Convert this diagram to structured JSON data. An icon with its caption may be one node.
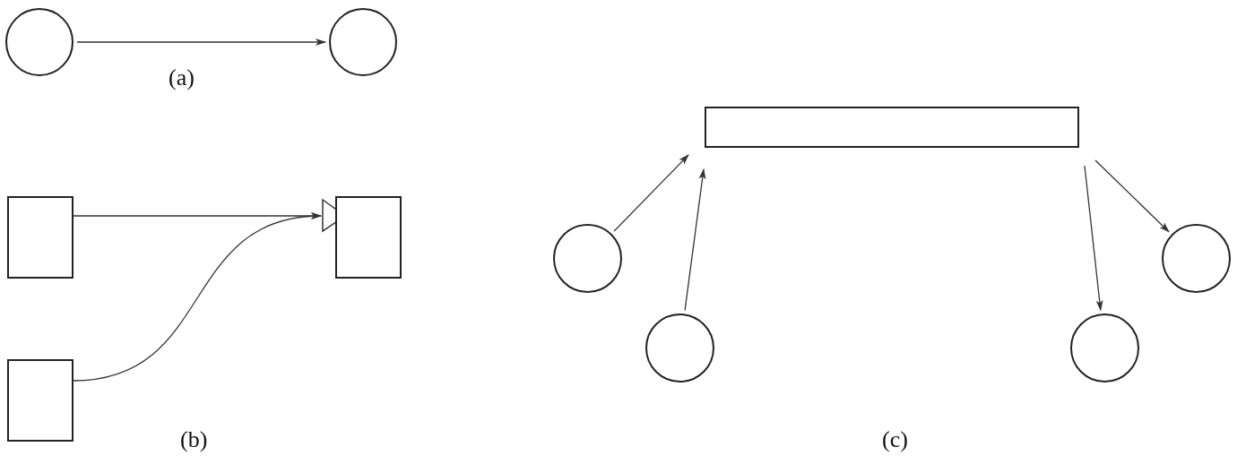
{
  "diagram": {
    "nodes": [
      {
        "text": [],
        "shape": "circle"
      },
      {
        "text": [],
        "shape": "circle"
      },
      {
        "text": [],
        "shape": "box"
      },
      {
        "text": [],
        "shape": "box"
      },
      {
        "text": [],
        "shape": "box"
      },
      {
        "text": [],
        "shape": "bar"
      },
      {
        "text": [],
        "shape": "circle"
      },
      {
        "text": [],
        "shape": "circle"
      },
      {
        "text": [],
        "shape": "circle"
      },
      {
        "text": [],
        "shape": "circle"
      }
    ],
    "edges": [
      {
        "from": 0,
        "to": 1,
        "arrow": "to"
      },
      {
        "from": 2,
        "to": 4,
        "arrow": "to"
      },
      {
        "from": 3,
        "to": 4,
        "arrow": "to"
      },
      {
        "from": 6,
        "to": 5,
        "arrow": "to"
      },
      {
        "from": 7,
        "to": 5,
        "arrow": "to"
      },
      {
        "from": 5,
        "to": 8,
        "arrow": "to"
      },
      {
        "from": 5,
        "to": 9,
        "arrow": "to"
      }
    ],
    "labels": [
      "(a)",
      "(b)",
      "(c)"
    ]
  }
}
